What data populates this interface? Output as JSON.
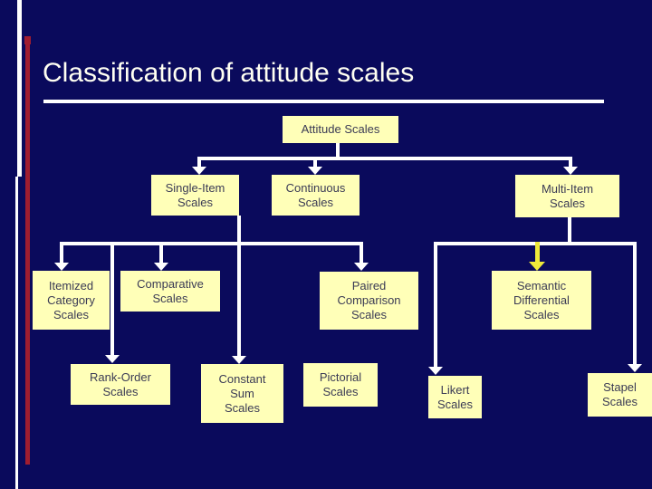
{
  "slide": {
    "title": "Classification of attitude scales"
  },
  "colors": {
    "background": "#0a0a5c",
    "node_fill": "#ffffb8",
    "node_text": "#3b3b55",
    "connector": "#ffffff",
    "highlight_arrow": "#efe93a",
    "accent_bar": "#a01d30",
    "title_text": "#fffff2"
  },
  "diagram": {
    "nodes": {
      "attitude": {
        "label": "Attitude Scales"
      },
      "single_item": {
        "label": "Single-Item\nScales"
      },
      "continuous": {
        "label": "Continuous\nScales"
      },
      "multi_item": {
        "label": "Multi-Item\nScales"
      },
      "itemized_category": {
        "label": "Itemized\nCategory\nScales"
      },
      "comparative": {
        "label": "Comparative\nScales"
      },
      "paired_comparison": {
        "label": "Paired\nComparison\nScales"
      },
      "semantic_differential": {
        "label": "Semantic\nDifferential\nScales"
      },
      "rank_order": {
        "label": "Rank-Order\nScales"
      },
      "constant_sum": {
        "label": "Constant\nSum\nScales"
      },
      "pictorial": {
        "label": "Pictorial\nScales"
      },
      "likert": {
        "label": "Likert\nScales"
      },
      "stapel": {
        "label": "Stapel\nScales"
      }
    },
    "edges": [
      {
        "from": "attitude",
        "to": "single_item",
        "style": "white-arrow"
      },
      {
        "from": "attitude",
        "to": "continuous",
        "style": "white-arrow"
      },
      {
        "from": "attitude",
        "to": "multi_item",
        "style": "white-arrow"
      },
      {
        "from": "single_item",
        "to": "itemized_category",
        "style": "white-arrow"
      },
      {
        "from": "single_item",
        "to": "comparative",
        "style": "white-arrow"
      },
      {
        "from": "single_item",
        "to": "rank_order",
        "style": "white-arrow"
      },
      {
        "from": "single_item",
        "to": "constant_sum",
        "style": "white-arrow"
      },
      {
        "from": "single_item",
        "to": "paired_comparison",
        "style": "white-arrow"
      },
      {
        "from": "multi_item",
        "to": "semantic_differential",
        "style": "yellow-arrow"
      },
      {
        "from": "multi_item",
        "to": "likert",
        "style": "white-arrow"
      },
      {
        "from": "multi_item",
        "to": "stapel",
        "style": "white-arrow"
      }
    ]
  }
}
